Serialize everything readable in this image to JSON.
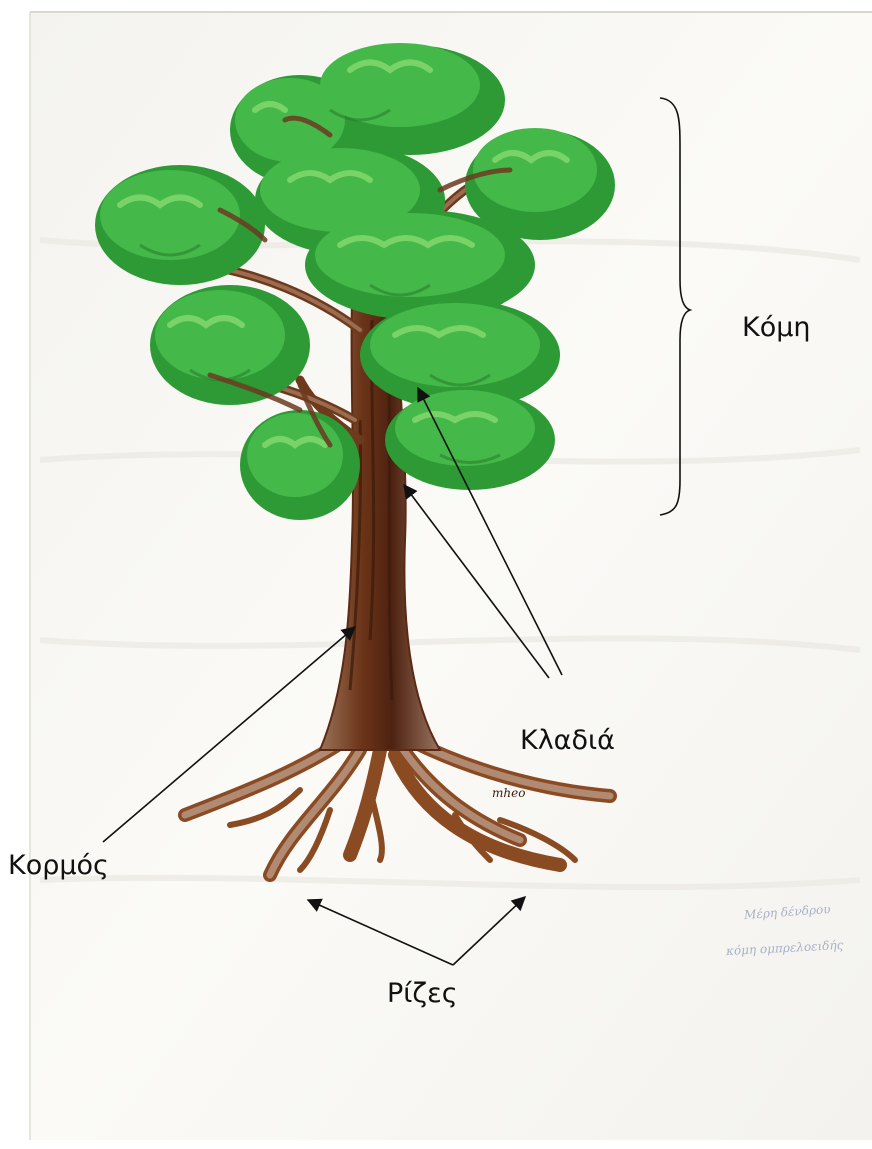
{
  "labels": {
    "crown": "Κόμη",
    "branches": "Κλαδιά",
    "trunk": "Κορμός",
    "roots": "Ρίζες"
  },
  "pencil_note": {
    "line1": "Μέρη δένδρου",
    "line2": "κόμη ομπρελοειδής"
  },
  "signature": "mheo",
  "colors": {
    "paper": "#fbfaf7",
    "foliage_dark": "#2e9a35",
    "foliage_mid": "#45b84a",
    "foliage_light": "#7fd66b",
    "trunk_dark": "#5a2a14",
    "trunk_mid": "#7b3f20",
    "trunk_light": "#a8826a",
    "ink": "#111111"
  }
}
